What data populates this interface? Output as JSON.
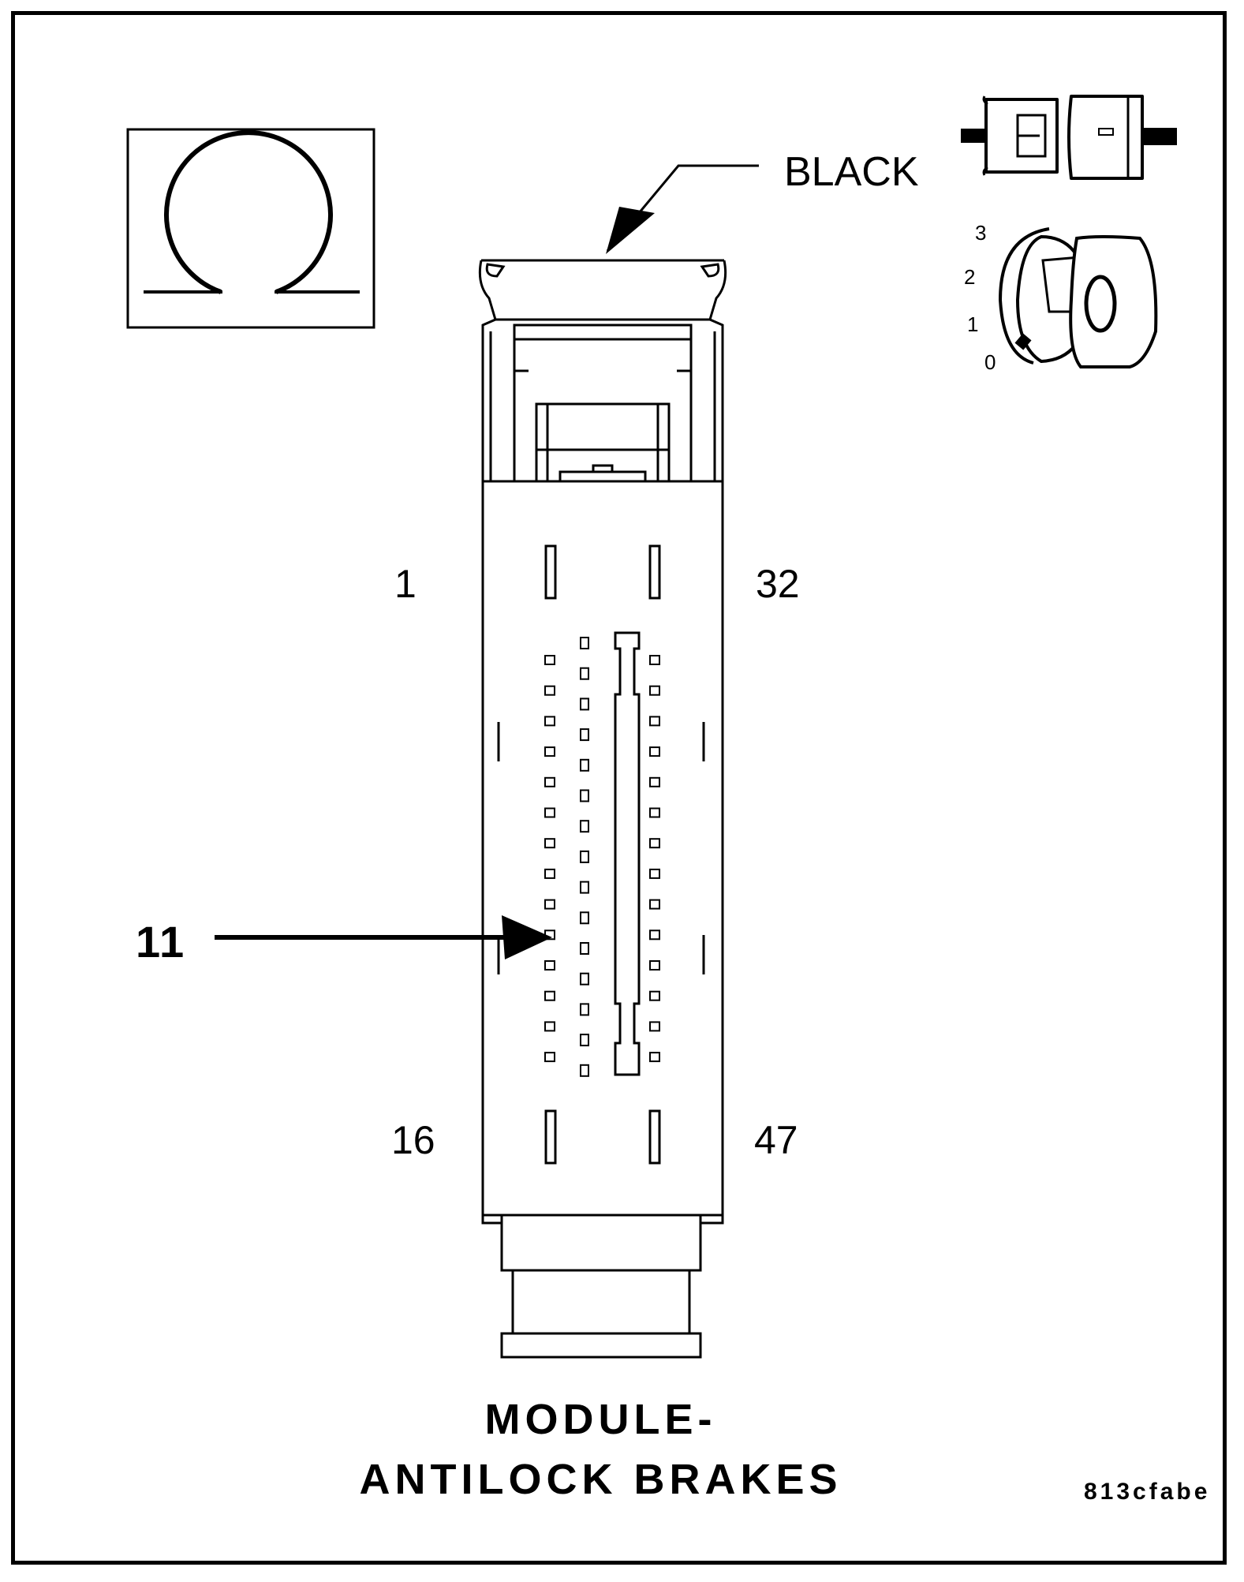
{
  "labels": {
    "color": "BLACK",
    "pin_top_left": "1",
    "pin_top_right": "32",
    "pin_bottom_left": "16",
    "pin_bottom_right": "47",
    "callout_pin": "11",
    "title_line1": "MODULE-",
    "title_line2": "ANTILOCK BRAKES",
    "figure_id": "813cfabe"
  },
  "switch_positions": [
    "3",
    "2",
    "1",
    "0"
  ],
  "ignition_position": "0",
  "icons": {
    "measurement": "ohmmeter-icon",
    "connection": "disconnected-connector-icon",
    "ignition": "ignition-key-icon"
  },
  "colors": {
    "line": "#000000",
    "background": "#ffffff"
  }
}
